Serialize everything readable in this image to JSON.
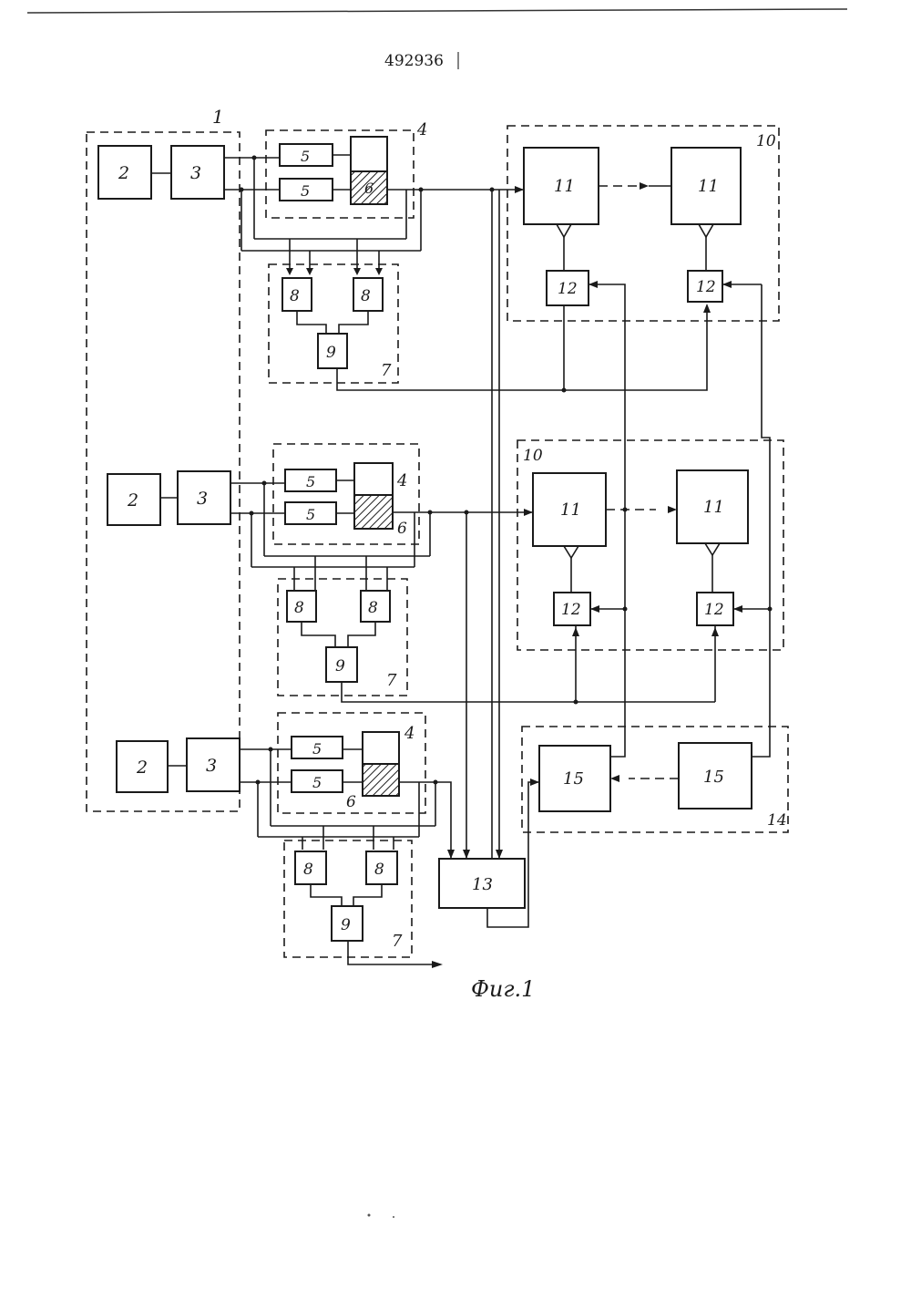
{
  "document": {
    "number": "492936",
    "caption": "Фиг.1"
  },
  "labels": {
    "n1": "1",
    "n2": "2",
    "n3": "3",
    "n4": "4",
    "n5": "5",
    "n6": "6",
    "n7": "7",
    "n8": "8",
    "n9": "9",
    "n10": "10",
    "n11": "11",
    "n12": "12",
    "n13": "13",
    "n14": "14",
    "n15": "15"
  }
}
